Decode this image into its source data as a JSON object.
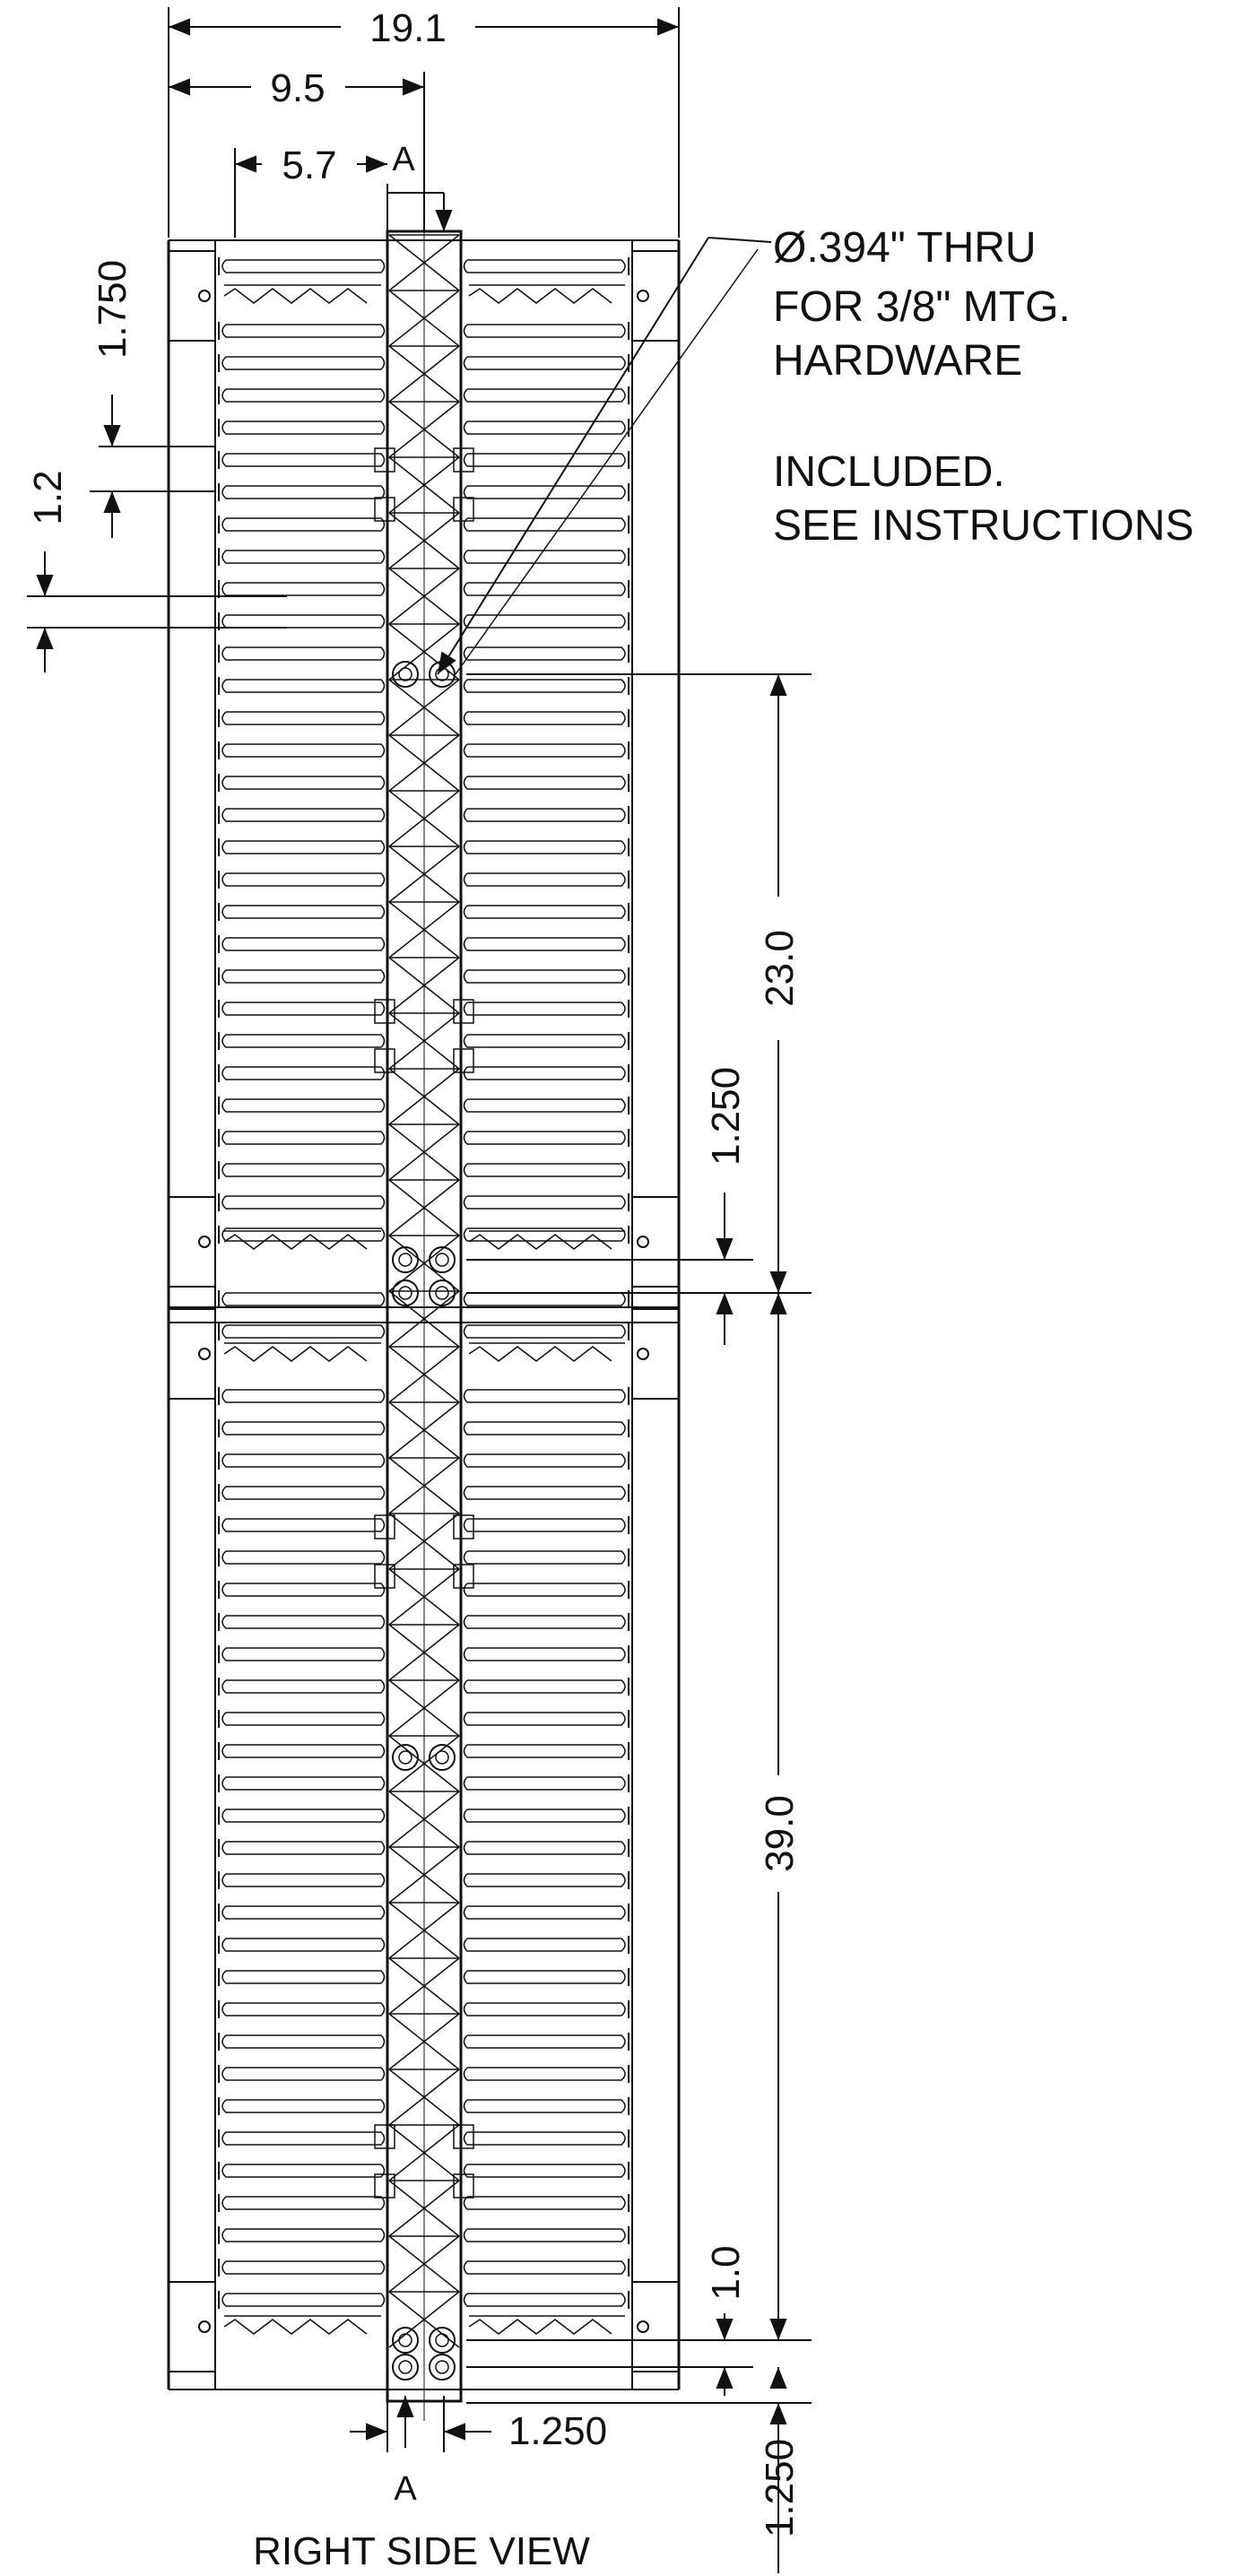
{
  "diagram": {
    "view_title": "RIGHT SIDE VIEW",
    "section_marker_top": "A",
    "section_marker_bottom": "A",
    "dimensions": {
      "overall_width": "19.1",
      "half_width": "9.5",
      "offset_width": "5.7",
      "top_rail_spacing": "1.750",
      "finger_pitch": "1.2",
      "upper_mount_span": "23.0",
      "upper_hole_offset": "1.250",
      "lower_mount_span": "39.0",
      "bottom_gap": "1.0",
      "bottom_width_offset": "1.250",
      "bottom_vertical_offset": "1.250"
    },
    "note": {
      "line1": "Ø.394\" THRU",
      "line2": "FOR 3/8\" MTG.",
      "line3": "HARDWARE",
      "line4": "INCLUDED.",
      "line5": "SEE INSTRUCTIONS"
    }
  }
}
